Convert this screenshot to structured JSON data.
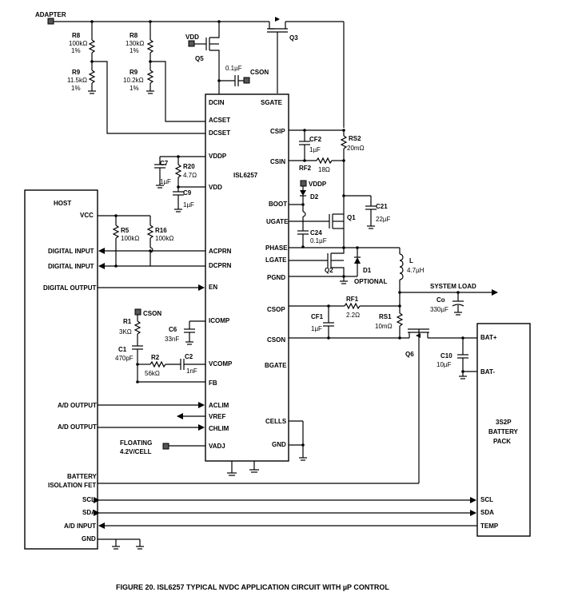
{
  "figure": {
    "caption": "FIGURE 20.  ISL6257 TYPICAL NVDC APPLICATION CIRCUIT WITH µP CONTROL"
  },
  "ic": {
    "name": "ISL6257",
    "left_pins": [
      "DCIN",
      "ACSET",
      "DCSET",
      "VDDP",
      "VDD",
      "ACPRN",
      "DCPRN",
      "EN",
      "ICOMP",
      "VCOMP",
      "FB",
      "ACLIM",
      "VREF",
      "CHLIM",
      "VADJ"
    ],
    "right_pins": [
      "SGATE",
      "CSIP",
      "CSIN",
      "BOOT",
      "UGATE",
      "PHASE",
      "LGATE",
      "PGND",
      "CSOP",
      "CSON",
      "BGATE",
      "CELLS",
      "GND"
    ]
  },
  "host": {
    "title": "HOST",
    "vcc": "VCC",
    "digital_input_1": "DIGITAL INPUT",
    "digital_input_2": "DIGITAL INPUT",
    "digital_output": "DIGITAL OUTPUT",
    "ad_output_1": "A/D OUTPUT",
    "ad_output_2": "A/D OUTPUT",
    "battery_iso_1": "BATTERY",
    "battery_iso_2": "ISOLATION FET",
    "scl": "SCL",
    "sda": "SDA",
    "ad_input": "A/D INPUT",
    "gnd": "GND"
  },
  "battery": {
    "title_1": "3S2P",
    "title_2": "BATTERY",
    "title_3": "PACK",
    "bat_plus": "BAT+",
    "bat_minus": "BAT-",
    "scl": "SCL",
    "sda": "SDA",
    "temp": "TEMP"
  },
  "labels": {
    "adapter": "ADAPTER",
    "vdd": "VDD",
    "vddp": "VDDP",
    "cson_net": "CSON",
    "cson_net2": "CSON",
    "system_load": "SYSTEM LOAD",
    "optional": "OPTIONAL",
    "floating_1": "FLOATING",
    "floating_2": "4.2V/CELL"
  },
  "components": {
    "r8a": {
      "ref": "R8",
      "value": "100kΩ",
      "tol": "1%"
    },
    "r9a": {
      "ref": "R9",
      "value": "11.5kΩ",
      "tol": "1%"
    },
    "r8b": {
      "ref": "R8",
      "value": "130kΩ",
      "tol": "1%"
    },
    "r9b": {
      "ref": "R9",
      "value": "10.2kΩ",
      "tol": "1%"
    },
    "q5": "Q5",
    "q3": "Q3",
    "c_cson": "0.1µF",
    "c7": {
      "ref": "C7",
      "value": "1µF"
    },
    "r20": {
      "ref": "R20",
      "value": "4.7Ω"
    },
    "c9": {
      "ref": "C9",
      "value": "1µF"
    },
    "r5": {
      "ref": "R5",
      "value": "100kΩ"
    },
    "r16": {
      "ref": "R16",
      "value": "100kΩ"
    },
    "r1": {
      "ref": "R1",
      "value": "3KΩ"
    },
    "c1": {
      "ref": "C1",
      "value": "470pF"
    },
    "r2": {
      "ref": "R2",
      "value": "56kΩ"
    },
    "c2": {
      "ref": "C2",
      "value": "1nF"
    },
    "c6": {
      "ref": "C6",
      "value": "33nF"
    },
    "cf2": {
      "ref": "CF2",
      "value": "1µF"
    },
    "rs2": {
      "ref": "RS2",
      "value": "20mΩ"
    },
    "rf2": {
      "ref": "RF2",
      "value": "18Ω"
    },
    "d2": "D2",
    "c21": {
      "ref": "C21",
      "value": "22µF"
    },
    "q1": "Q1",
    "c24": {
      "ref": "C24",
      "value": "0.1µF"
    },
    "q2": "Q2",
    "d1": "D1",
    "l": {
      "ref": "L",
      "value": "4.7µH"
    },
    "co": {
      "ref": "Co",
      "value": "330µF"
    },
    "rf1": {
      "ref": "RF1",
      "value": "2.2Ω"
    },
    "cf1": {
      "ref": "CF1",
      "value": "1µF"
    },
    "rs1": {
      "ref": "RS1",
      "value": "10mΩ"
    },
    "q6": "Q6",
    "c10": {
      "ref": "C10",
      "value": "10µF"
    }
  }
}
